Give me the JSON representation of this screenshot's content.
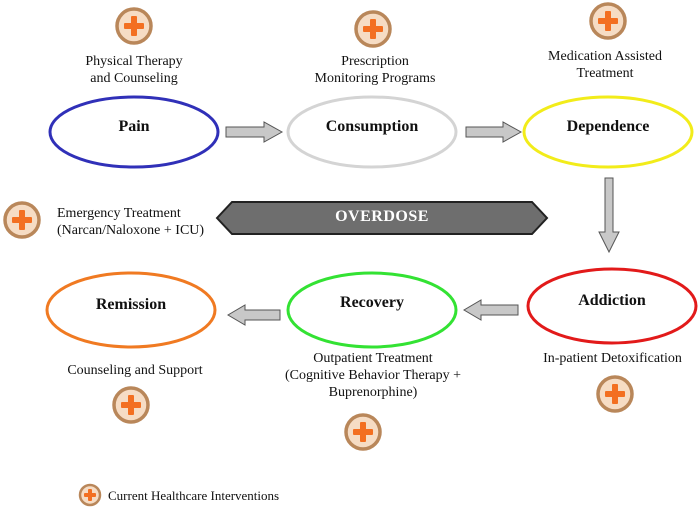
{
  "nodes": {
    "pain": {
      "title": "Pain",
      "color": "#3030b8"
    },
    "consumption": {
      "title": "Consumption",
      "color": "#d4d4d4"
    },
    "dependence": {
      "title": "Dependence",
      "color": "#f2ec1a"
    },
    "addiction": {
      "title": "Addiction",
      "color": "#e21a1a"
    },
    "recovery": {
      "title": "Recovery",
      "color": "#33e233"
    },
    "remission": {
      "title": "Remission",
      "color": "#f07a22"
    }
  },
  "interventions": {
    "pain": "Physical Therapy\nand Counseling",
    "consumption": "Prescription\nMonitoring Programs",
    "dependence": "Medication Assisted\nTreatment",
    "overdose": "Emergency Treatment\n(Narcan/Naloxone + ICU)",
    "addiction": "In-patient Detoxification",
    "recovery": "Outpatient Treatment\n(Cognitive Behavior Therapy +\nBuprenorphine)",
    "remission": "Counseling and Support"
  },
  "overdose_label": "OVERDOSE",
  "legend": {
    "label": "Current Healthcare Interventions"
  },
  "colors": {
    "plus_fill": "#f36f21",
    "plus_ring": "#b9875a",
    "plus_bg": "#f6dcc4",
    "arrow_fill": "#c8c8c8",
    "arrow_stroke": "#555555",
    "overdose_fill": "#6e6e6e",
    "overdose_stroke": "#222222"
  }
}
